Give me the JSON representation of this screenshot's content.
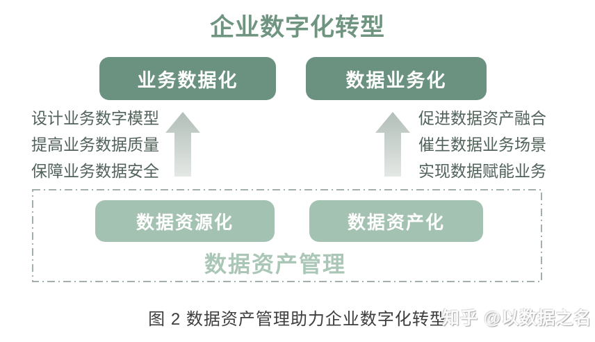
{
  "title": "企业数字化转型",
  "top_boxes": [
    {
      "label": "业务数据化"
    },
    {
      "label": "数据业务化"
    }
  ],
  "left_items": [
    "设计业务数字模型",
    "提高业务数据质量",
    "保障业务数据安全"
  ],
  "right_items": [
    "促进数据资产融合",
    "催生数据业务场景",
    "实现数据赋能业务"
  ],
  "bottom_boxes": [
    {
      "label": "数据资源化"
    },
    {
      "label": "数据资产化"
    }
  ],
  "management_label": "数据资产管理",
  "caption": "图 2 数据资产管理助力企业数字化转型",
  "watermark": "知乎 @以数据之名",
  "colors": {
    "title_text": "#6f9480",
    "dark_box": "#6b9280",
    "light_box": "#a4c2b2",
    "box_text": "#ffffff",
    "side_text": "#51625a",
    "dashed_border": "#a2b0a8",
    "management_text": "#a9c6b6",
    "caption_text": "#3d3d3d",
    "arrow_gradient_top": "#b2beb7",
    "arrow_gradient_bottom": "#e4e8e5",
    "watermark_text": "#fbfbfb"
  }
}
